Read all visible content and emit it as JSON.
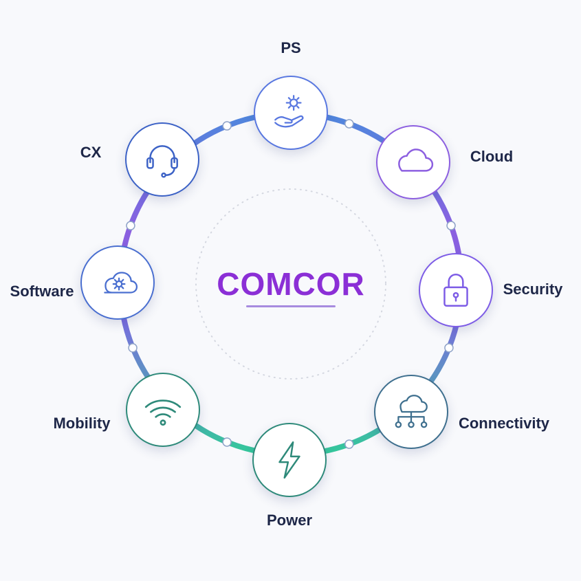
{
  "brand": {
    "name": "COMCOR",
    "color": "#8b2fd6",
    "underline_color": "#a78bdf"
  },
  "ring": {
    "gradient_colors": [
      "#4f87dd",
      "#8b5fe0",
      "#7b6be0",
      "#33c99a"
    ]
  },
  "segments": [
    {
      "label": "PS",
      "icon": "hand-gear-icon",
      "color": "#5877e0"
    },
    {
      "label": "Cloud",
      "icon": "cloud-icon",
      "color": "#8c5fe0"
    },
    {
      "label": "Security",
      "icon": "padlock-icon",
      "color": "#7d5ce6"
    },
    {
      "label": "Connectivity",
      "icon": "cloud-network-icon",
      "color": "#3e6f8e"
    },
    {
      "label": "Power",
      "icon": "lightning-icon",
      "color": "#2e8a7a"
    },
    {
      "label": "Mobility",
      "icon": "wifi-icon",
      "color": "#2e8a7a"
    },
    {
      "label": "Software",
      "icon": "cloud-gear-icon",
      "color": "#4a6fd0"
    },
    {
      "label": "CX",
      "icon": "headset-icon",
      "color": "#3c62c6"
    }
  ]
}
